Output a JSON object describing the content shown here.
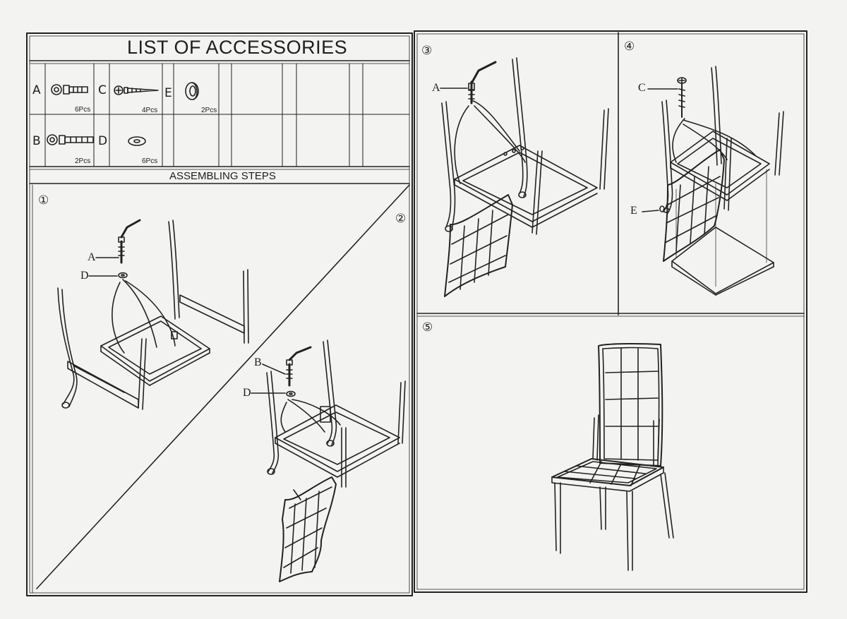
{
  "document": {
    "title": "LIST OF ACCESSORIES",
    "assembling_title": "ASSEMBLING STEPS"
  },
  "accessories": [
    {
      "code": "A",
      "qty": "6Pcs",
      "icon": "bolt-with-washer-icon"
    },
    {
      "code": "B",
      "qty": "2Pcs",
      "icon": "long-bolt-icon"
    },
    {
      "code": "C",
      "qty": "4Pcs",
      "icon": "screw-icon"
    },
    {
      "code": "D",
      "qty": "6Pcs",
      "icon": "flat-washer-icon"
    },
    {
      "code": "E",
      "qty": "2Pcs",
      "icon": "cap-ring-icon"
    }
  ],
  "steps": [
    {
      "number": "①",
      "callouts": [
        "A",
        "D"
      ]
    },
    {
      "number": "②",
      "callouts": [
        "B",
        "D"
      ]
    },
    {
      "number": "③",
      "callouts": [
        "A"
      ]
    },
    {
      "number": "④",
      "callouts": [
        "C",
        "E"
      ]
    },
    {
      "number": "⑤",
      "callouts": []
    }
  ],
  "colors": {
    "ink": "#222222",
    "paper": "#f3f3f1"
  }
}
